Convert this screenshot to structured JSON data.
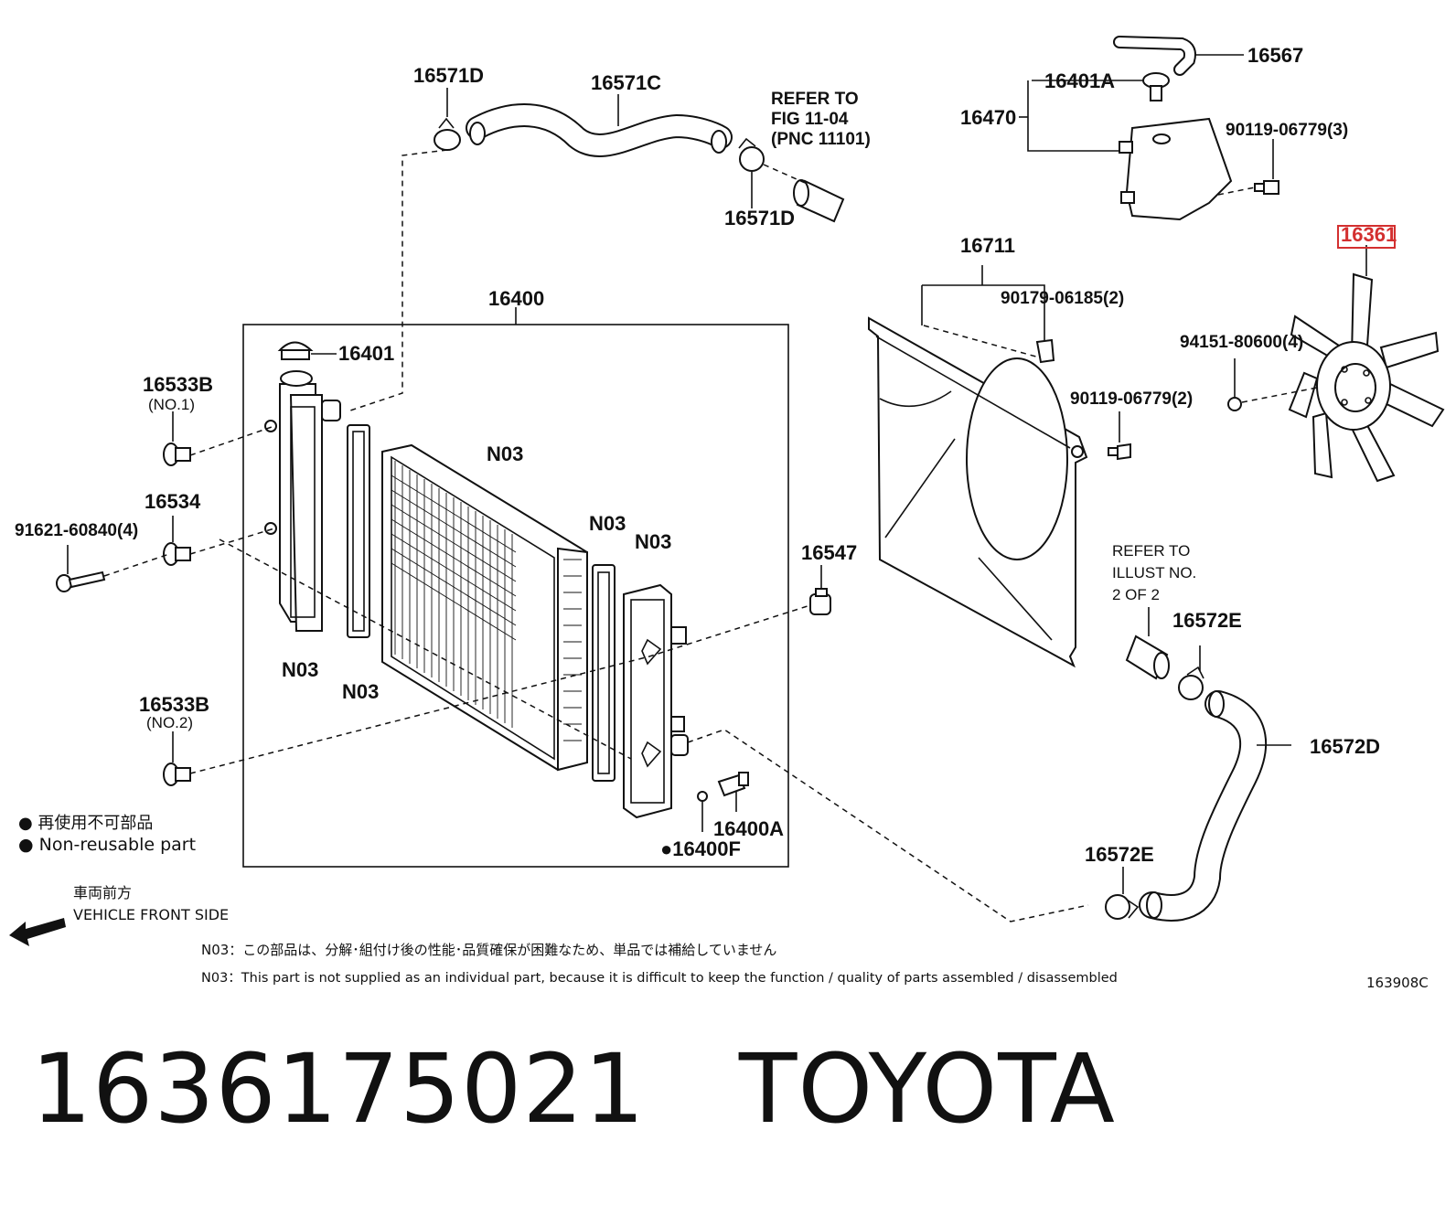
{
  "title": {
    "part_number": "1636175021",
    "brand": "TOYOTA"
  },
  "figure_code": "163908C",
  "highlight_color": "#d32f2f",
  "labels": {
    "p16571D_top": "16571D",
    "p16571C": "16571C",
    "refer_fig_1": "REFER TO",
    "refer_fig_2": "FIG 11-04",
    "refer_fig_3": "(PNC 11101)",
    "p16571D_bottom": "16571D",
    "p16567": "16567",
    "p16401A": "16401A",
    "p16470": "16470",
    "bolt_90119_3": "90119-06779(3)",
    "p16361": "16361",
    "p16711": "16711",
    "bolt_90179": "90179-06185(2)",
    "bolt_94151": "94151-80600(4)",
    "bolt_90119_2": "90119-06779(2)",
    "p16400": "16400",
    "p16401": "16401",
    "p16533B_no1": "16533B",
    "p16533B_no1_sub": "(NO.1)",
    "p16534": "16534",
    "bolt_91621": "91621-60840(4)",
    "n03_core": "N03",
    "n03_mid": "N03",
    "n03_right": "N03",
    "n03_left_tank": "N03",
    "n03_left_seal": "N03",
    "p16547": "16547",
    "p16533B_no2": "16533B",
    "p16533B_no2_sub": "(NO.2)",
    "p16400A": "16400A",
    "p16400F": "●16400F",
    "refer_illust_1": "REFER TO",
    "refer_illust_2": "ILLUST NO.",
    "refer_illust_3": "2 OF 2",
    "p16572E_top": "16572E",
    "p16572D": "16572D",
    "p16572E_bottom": "16572E"
  },
  "legend": {
    "jp": "● 再使用不可部品",
    "en": "● Non-reusable part"
  },
  "direction": {
    "jp": "車両前方",
    "en": "VEHICLE FRONT SIDE"
  },
  "notes": {
    "jp": "N03：この部品は、分解･組付け後の性能･品質確保が困難なため、単品では補給していません",
    "en": "N03：This part is not supplied as an individual part, because it is difficult to keep the function / quality of parts assembled / disassembled"
  },
  "icons": {
    "arrow": "front-arrow-icon"
  }
}
